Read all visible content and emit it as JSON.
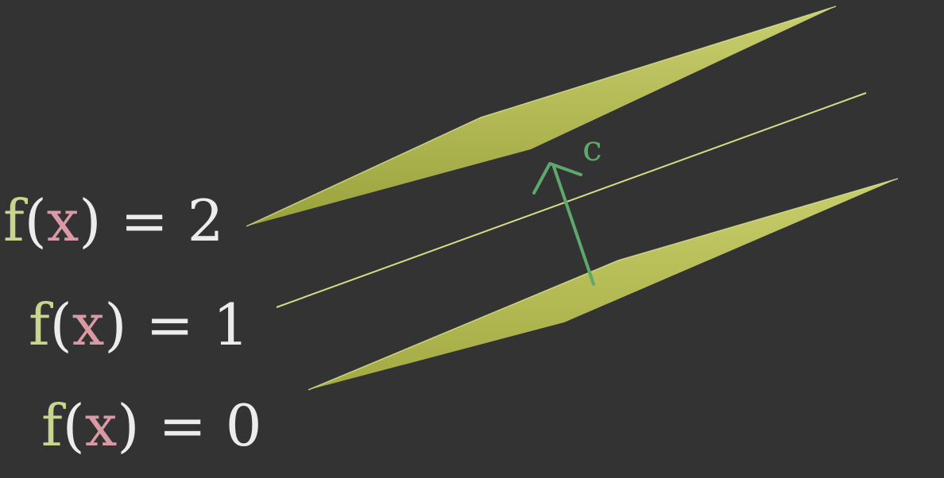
{
  "equations": [
    {
      "f": "f",
      "open": "(",
      "x": "x",
      "close": ")",
      "eq": "=",
      "value": "2"
    },
    {
      "f": "f",
      "open": "(",
      "x": "x",
      "close": ")",
      "eq": "=",
      "value": "1"
    },
    {
      "f": "f",
      "open": "(",
      "x": "x",
      "close": ")",
      "eq": "=",
      "value": "0"
    }
  ],
  "arrow_label": "c",
  "colors": {
    "background": "#333333",
    "f_symbol": "#c9d58f",
    "x_variable": "#d99aa5",
    "text_white": "#ececec",
    "level_set": "#c3c964",
    "level_set_dark": "#9da43e",
    "level_line": "#d6dc86",
    "arrow": "#5fa86c"
  }
}
